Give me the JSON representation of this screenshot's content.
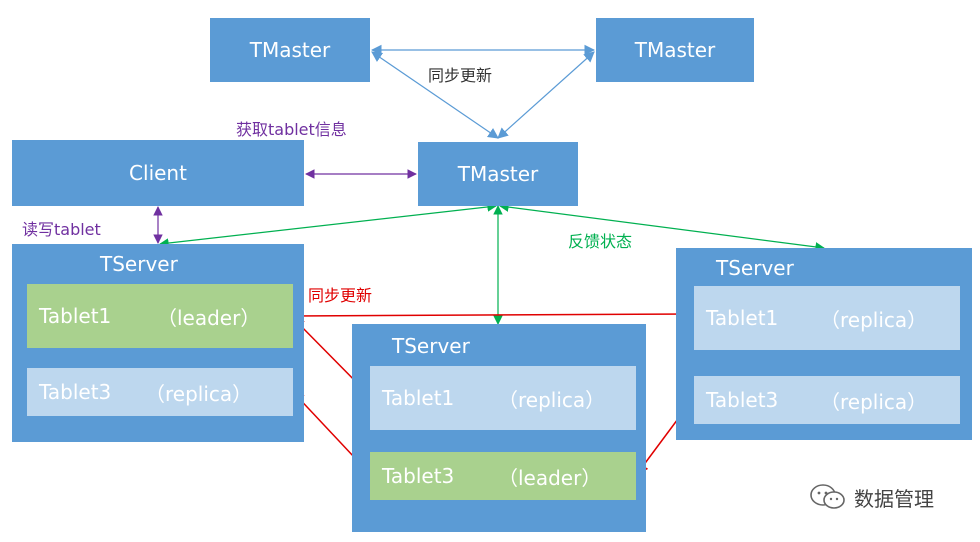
{
  "colors": {
    "box": "#5b9bd5",
    "leader": "#a9d18e",
    "replica": "#bdd7ee",
    "edge_master": "#5b9bd5",
    "edge_client": "#7030a0",
    "edge_status": "#00b050",
    "edge_sync": "#e00000"
  },
  "nodes": {
    "tmaster_left": "TMaster",
    "tmaster_right": "TMaster",
    "tmaster_center": "TMaster",
    "client": "Client"
  },
  "servers": [
    {
      "title": "TServer",
      "tablets": [
        {
          "name": "Tablet1",
          "role": "（leader）"
        },
        {
          "name": "Tablet3",
          "role": "（replica）"
        }
      ]
    },
    {
      "title": "TServer",
      "tablets": [
        {
          "name": "Tablet1",
          "role": "（replica）"
        },
        {
          "name": "Tablet3",
          "role": "（leader）"
        }
      ]
    },
    {
      "title": "TServer",
      "tablets": [
        {
          "name": "Tablet1",
          "role": "（replica）"
        },
        {
          "name": "Tablet3",
          "role": "（replica）"
        }
      ]
    }
  ],
  "labels": {
    "master_sync": "同步更新",
    "get_tablet_info": "获取tablet信息",
    "read_write": "读写tablet",
    "status_feedback": "反馈状态",
    "tablet_sync": "同步更新"
  },
  "watermark": {
    "icon": "wechat-icon",
    "text": "数据管理"
  }
}
